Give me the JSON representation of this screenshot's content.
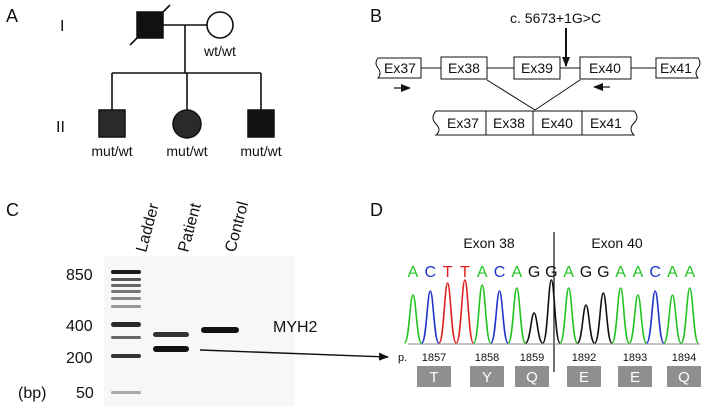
{
  "panels": {
    "a": {
      "letter": "A",
      "generations": [
        "I",
        "II"
      ],
      "gen1": {
        "mother_genotype": "wt/wt"
      },
      "gen2": {
        "genotypes": [
          "mut/wt",
          "mut/wt",
          "mut/wt"
        ]
      }
    },
    "b": {
      "letter": "B",
      "mutation": "c. 5673+1G>C",
      "top_exons": [
        "Ex37",
        "Ex38",
        "Ex39",
        "Ex40",
        "Ex41"
      ],
      "bottom_exons": [
        "Ex37",
        "Ex38",
        "Ex40",
        "Ex41"
      ]
    },
    "c": {
      "letter": "C",
      "lanes": [
        "Ladder",
        "Patient",
        "Control"
      ],
      "ladder_sizes": [
        "850",
        "400",
        "200",
        "50"
      ],
      "unit": "(bp)",
      "gene": "MYH2"
    },
    "d": {
      "letter": "D",
      "exon_left": "Exon 38",
      "exon_right": "Exon 40",
      "bases": [
        {
          "b": "A",
          "color": "#22c322"
        },
        {
          "b": "C",
          "color": "#2233cc"
        },
        {
          "b": "T",
          "color": "#e02020"
        },
        {
          "b": "T",
          "color": "#e02020"
        },
        {
          "b": "A",
          "color": "#22c322"
        },
        {
          "b": "C",
          "color": "#2233cc"
        },
        {
          "b": "A",
          "color": "#22c322"
        },
        {
          "b": "G",
          "color": "#111111"
        },
        {
          "b": "G",
          "color": "#111111"
        },
        {
          "b": "A",
          "color": "#22c322"
        },
        {
          "b": "G",
          "color": "#111111"
        },
        {
          "b": "G",
          "color": "#111111"
        },
        {
          "b": "A",
          "color": "#22c322"
        },
        {
          "b": "A",
          "color": "#22c322"
        },
        {
          "b": "C",
          "color": "#2233cc"
        },
        {
          "b": "A",
          "color": "#22c322"
        },
        {
          "b": "A",
          "color": "#22c322"
        }
      ],
      "p_label": "p.",
      "codons": [
        {
          "pos": "1857",
          "aa": "T"
        },
        {
          "pos": "1858",
          "aa": "Y"
        },
        {
          "pos": "1859",
          "aa": "Q"
        },
        {
          "pos": "1892",
          "aa": "E"
        },
        {
          "pos": "1893",
          "aa": "E"
        },
        {
          "pos": "1894",
          "aa": "Q"
        }
      ]
    }
  }
}
